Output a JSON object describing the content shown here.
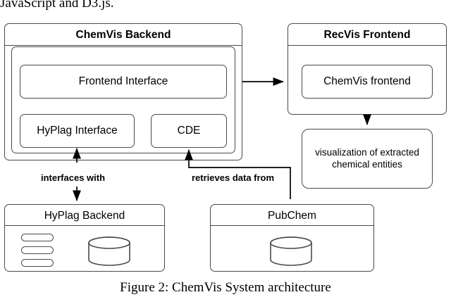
{
  "page": {
    "top_text": "JavaScript and D3.js.",
    "caption": "Figure 2: ChemVis System architecture"
  },
  "diagram": {
    "type": "system-architecture",
    "nodes": {
      "chemvis_backend": "ChemVis Backend",
      "frontend_interface": "Frontend Interface",
      "hyplag_interface": "HyPlag Interface",
      "cde": "CDE",
      "recvis_frontend": "RecVis Frontend",
      "chemvis_frontend": "ChemVis frontend",
      "visualization": "visualization of extracted chemical entities",
      "hyplag_backend": "HyPlag Backend",
      "pubchem": "PubChem"
    },
    "edge_labels": {
      "interfaces_with": "interfaces with",
      "retrieves_data_from": "retrieves data from"
    },
    "colors": {
      "stroke": "#4a4a4a",
      "text": "#000000",
      "background": "#ffffff"
    }
  }
}
